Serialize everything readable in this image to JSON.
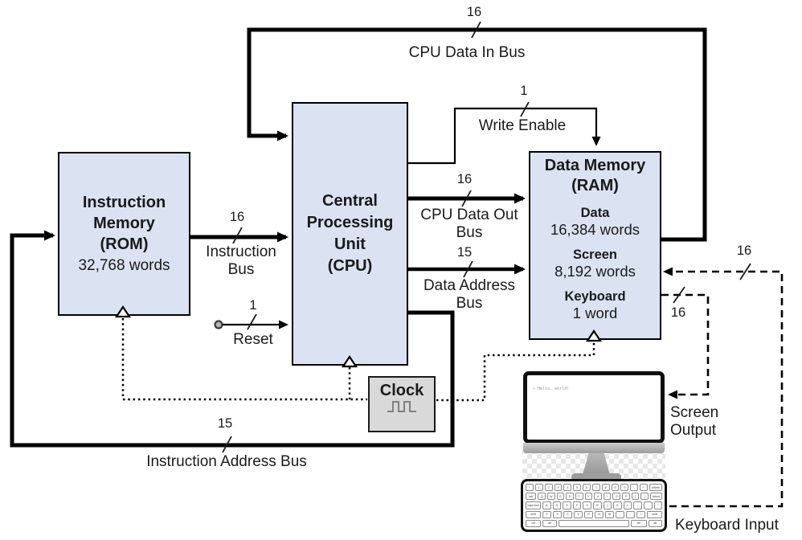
{
  "boxes": {
    "rom": {
      "lines": [
        "Instruction",
        "Memory",
        "(ROM)"
      ],
      "capacity": "32,768 words"
    },
    "cpu": {
      "lines": [
        "Central",
        "Processing",
        "Unit",
        "(CPU)"
      ]
    },
    "ram": {
      "title_lines": [
        "Data Memory",
        "(RAM)"
      ],
      "sections": [
        {
          "name": "Data",
          "size": "16,384 words"
        },
        {
          "name": "Screen",
          "size": "8,192 words"
        },
        {
          "name": "Keyboard",
          "size": "1 word"
        }
      ]
    },
    "clock": {
      "label": "Clock"
    }
  },
  "buses": {
    "cpu_data_in": {
      "width": "16",
      "label": "CPU Data In Bus"
    },
    "write_enable": {
      "width": "1",
      "label": "Write Enable"
    },
    "cpu_data_out": {
      "width": "16",
      "label": "CPU Data Out Bus"
    },
    "data_address": {
      "width": "15",
      "label": "Data Address Bus"
    },
    "instruction": {
      "width": "16",
      "label": "Instruction Bus"
    },
    "reset": {
      "width": "1",
      "label": "Reset"
    },
    "instruction_address": {
      "width": "15",
      "label": "Instruction Address Bus"
    },
    "screen_output": {
      "width": "16",
      "label": "Screen Output"
    },
    "keyboard_input": {
      "width": "16",
      "label": "Keyboard Input"
    }
  },
  "peripherals": {
    "monitor": {
      "screen_text": "> Hello, world!"
    },
    "keyboard": {
      "rows": [
        [
          "~",
          "1",
          "2",
          "3",
          "4",
          "5",
          "6",
          "7",
          "8",
          "9",
          "0",
          "-",
          "+",
          "delete"
        ],
        [
          "tab",
          "Q",
          "W",
          "E",
          "R",
          "T",
          "Y",
          "U",
          "I",
          "O",
          "P",
          "[",
          "]",
          "return"
        ],
        [
          "caps lock",
          "A",
          "S",
          "D",
          "F",
          "G",
          "H",
          "J",
          "K",
          "L",
          ";",
          "'",
          "\""
        ],
        [
          "shift",
          "Z",
          "X",
          "C",
          "V",
          "B",
          "N",
          "M",
          ",",
          ".",
          "/",
          "shift"
        ],
        [
          "ctrl",
          "alt",
          " ",
          "ctrl",
          "alt"
        ]
      ]
    }
  },
  "colors": {
    "box_fill": "#dbe3f2",
    "clock_fill": "#d9d9d9",
    "line": "#000000"
  }
}
